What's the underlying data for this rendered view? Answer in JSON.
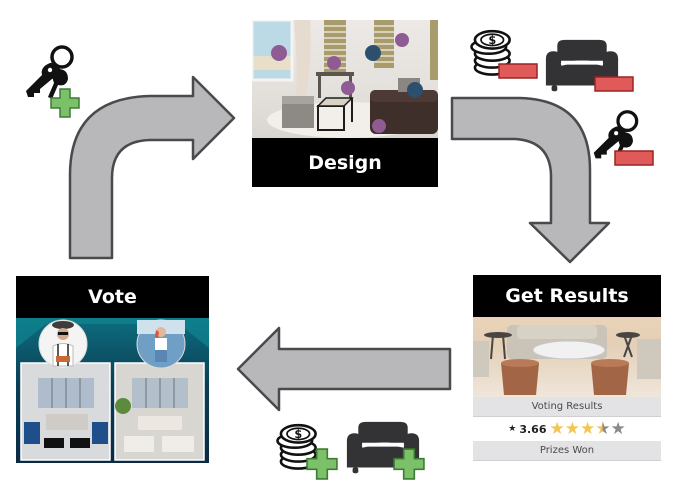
{
  "diagram": {
    "title": "Design game loop",
    "colors": {
      "arrow_fill": "#b8b7ba",
      "arrow_stroke": "#4a4a4c",
      "plus_green": "#7bc16a",
      "plus_stroke": "#3f7a34",
      "minus_red": "#e05a5a",
      "minus_stroke": "#9a2424",
      "icon_dark": "#333336",
      "label_bg": "#000000",
      "label_text": "#ffffff",
      "star_gold": "#f3c552",
      "star_gray": "#8a8a8a"
    },
    "steps": [
      {
        "id": "design",
        "label": "Design"
      },
      {
        "id": "get-results",
        "label": "Get Results"
      },
      {
        "id": "vote",
        "label": "Vote"
      }
    ],
    "results_card": {
      "voting_results_label": "Voting Results",
      "rating_prefix": "★",
      "rating_value": "3.66",
      "rating_out_of": 5,
      "stars_filled": 3.5,
      "prizes_label": "Prizes Won"
    },
    "transitions": [
      {
        "from": "vote",
        "to": "design",
        "direction": "up-right",
        "resources": [
          {
            "icon": "keys-icon",
            "change": "gain"
          }
        ]
      },
      {
        "from": "design",
        "to": "get-results",
        "direction": "right-down",
        "resources": [
          {
            "icon": "coins-icon",
            "change": "spend"
          },
          {
            "icon": "sofa-icon",
            "change": "spend"
          },
          {
            "icon": "keys-icon",
            "change": "spend"
          }
        ]
      },
      {
        "from": "get-results",
        "to": "vote",
        "direction": "left",
        "resources": [
          {
            "icon": "coins-icon",
            "change": "gain"
          },
          {
            "icon": "sofa-icon",
            "change": "gain"
          }
        ]
      }
    ]
  }
}
